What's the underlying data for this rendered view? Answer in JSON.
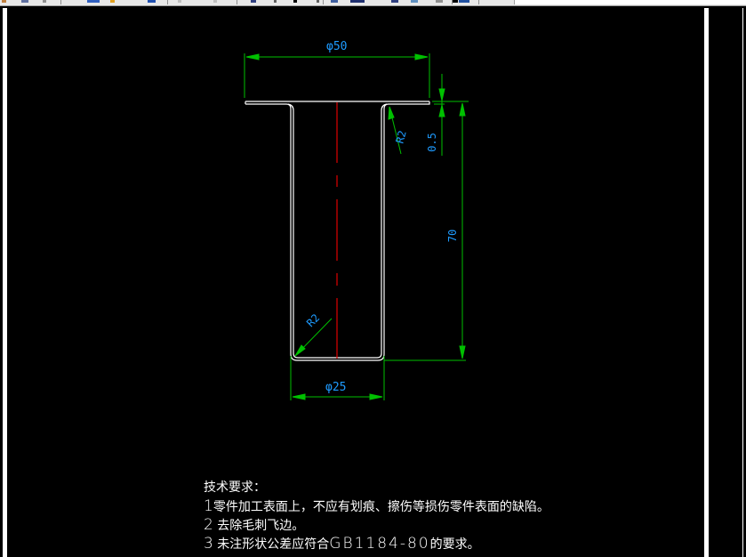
{
  "toolbar": {
    "icons": [
      "pencil-icon",
      "save-icon",
      "undo-icon",
      "layer-icon",
      "properties-icon",
      "zoom-icon",
      "pan-icon",
      "cursor-icon",
      "redo-icon",
      "text-icon",
      "block-icon",
      "table-icon",
      "grid-icon",
      "layout-icon",
      "dropdown"
    ]
  },
  "drawing": {
    "colors": {
      "background": "#000000",
      "outline": "#ffffff",
      "dimension": "#00c000",
      "dimension_text": "#1e9bff",
      "centerline": "#e00000"
    },
    "dimensions": {
      "top_diameter": "φ50",
      "bottom_diameter": "φ25",
      "height": "70",
      "thickness": "0.5",
      "top_radius": "R2",
      "bottom_radius": "R2"
    }
  },
  "notes": {
    "title": "技术要求：",
    "items": [
      {
        "num": "1",
        "text": "零件加工表面上，不应有划痕、擦伤等损伤零件表面的缺陷。"
      },
      {
        "num": "2",
        "text": "去除毛刺飞边。"
      },
      {
        "num": "3",
        "text_a": "未注形状公差应符合",
        "code": "GB1184-80",
        "text_b": "的要求。"
      }
    ]
  }
}
